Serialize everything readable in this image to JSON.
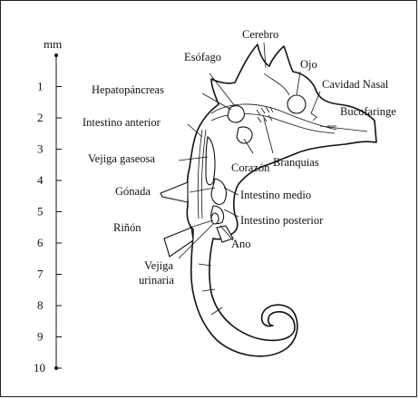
{
  "scale": {
    "unit": "mm",
    "ticks": [
      "1",
      "2",
      "3",
      "4",
      "5",
      "6",
      "7",
      "8",
      "9",
      "10"
    ]
  },
  "labels": {
    "cerebro": "Cerebro",
    "esofago": "Esófago",
    "ojo": "Ojo",
    "cavidad_nasal": "Cavidad Nasal",
    "hepatopancreas": "Hepatopáncreas",
    "bucofaringe": "Bucofaringe",
    "intestino_anterior": "Intestino anterior",
    "branquias": "Branquias",
    "corazon": "Corazón",
    "vejiga_gaseosa": "Vejiga gaseosa",
    "gonada": "Gónada",
    "intestino_medio": "Intestino medio",
    "intestino_posterior": "Intestino posterior",
    "rinon": "Riñón",
    "ano": "Ano",
    "vejiga_urinaria_1": "Vejiga",
    "vejiga_urinaria_2": "urinaria"
  }
}
